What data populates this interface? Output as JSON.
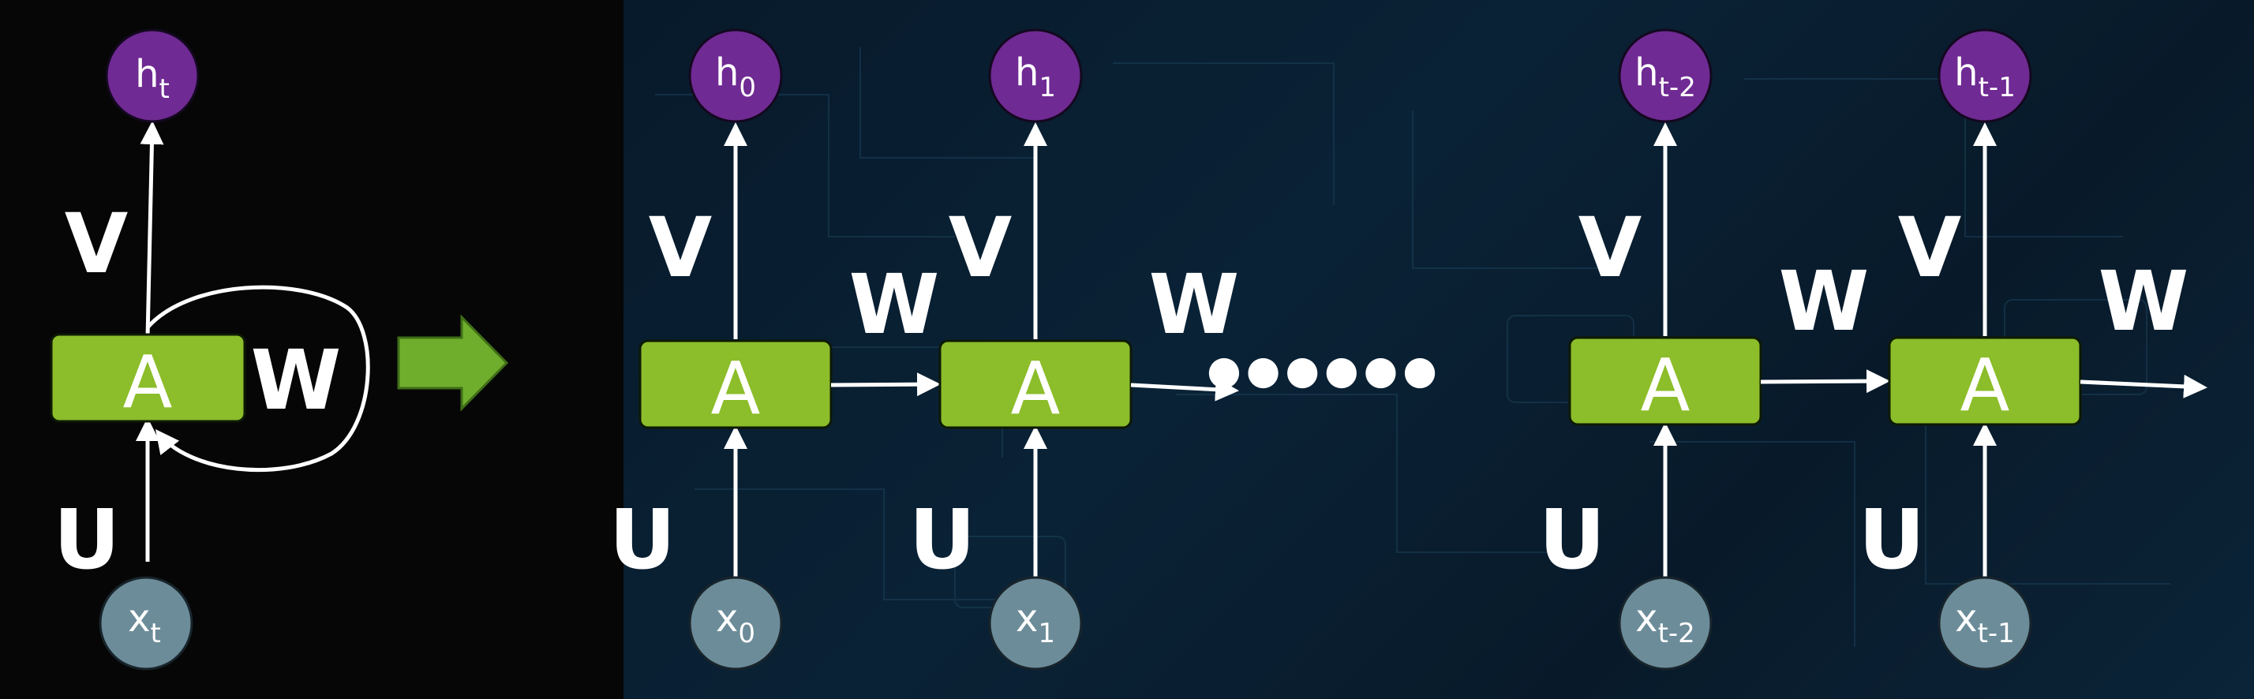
{
  "diagram": {
    "folded": {
      "cell": "A",
      "output": {
        "base": "h",
        "sub": "t"
      },
      "input": {
        "base": "x",
        "sub": "t"
      },
      "weights": {
        "input": "U",
        "output": "V",
        "recurrent": "W"
      }
    },
    "unrolled": [
      {
        "cell": "A",
        "output": {
          "base": "h",
          "sub": "0"
        },
        "input": {
          "base": "x",
          "sub": "0"
        },
        "input_weight": "U",
        "output_weight": "V",
        "recurrent_weight": "W"
      },
      {
        "cell": "A",
        "output": {
          "base": "h",
          "sub": "1"
        },
        "input": {
          "base": "x",
          "sub": "1"
        },
        "input_weight": "U",
        "output_weight": "V",
        "recurrent_weight": "W"
      },
      {
        "cell": "A",
        "output": {
          "base": "h",
          "sub": "t-2"
        },
        "input": {
          "base": "x",
          "sub": "t-2"
        },
        "input_weight": "U",
        "output_weight": "V",
        "recurrent_weight": "W"
      },
      {
        "cell": "A",
        "output": {
          "base": "h",
          "sub": "t-1"
        },
        "input": {
          "base": "x",
          "sub": "t-1"
        },
        "input_weight": "U",
        "output_weight": "V",
        "recurrent_weight": "W"
      }
    ],
    "ellipsis": "●●●●●●",
    "colors": {
      "cell": "#8cbd2a",
      "output_node": "#6f2a93",
      "input_node": "#6c8c99",
      "arrow": "#ffffff",
      "transform_arrow": "#6fae2c",
      "left_background": "#060606",
      "right_background": "#0a2236"
    }
  }
}
